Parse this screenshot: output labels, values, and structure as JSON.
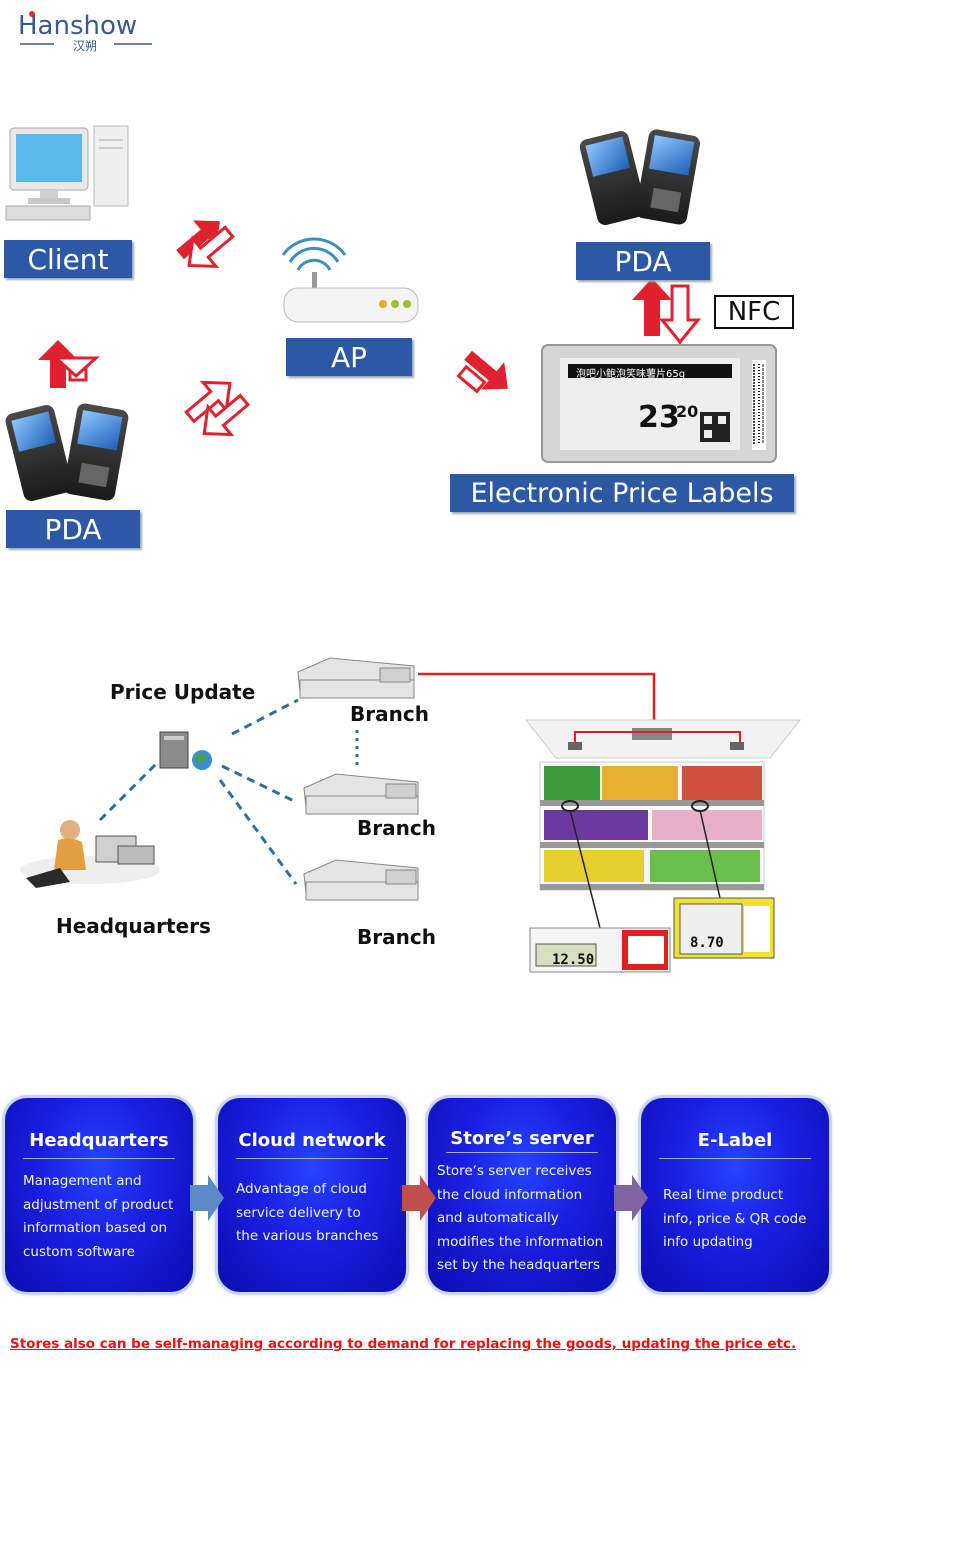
{
  "logo": {
    "name": "Hanshow",
    "sub": "汉朔"
  },
  "system_diagram": {
    "client_label": "Client",
    "pda_left_label": "PDA",
    "ap_label": "AP",
    "pda_right_label": "PDA",
    "nfc_label": "NFC",
    "epl_label": "Electronic Price Labels",
    "label_price_main": "23",
    "label_price_cents": "20",
    "label_header": "泡吧小鲍泡笑味薯片65g"
  },
  "network_diagram": {
    "price_update": "Price Update",
    "headquarters": "Headquarters",
    "branch_labels": [
      "Branch",
      "Branch",
      "Branch"
    ],
    "tag_price_1": "12.50",
    "tag_price_2": "8.70"
  },
  "process_flow": [
    {
      "title": "Headquarters",
      "desc": [
        "Management and",
        "adjustment of product",
        "information based on",
        "custom software"
      ]
    },
    {
      "title": "Cloud network",
      "desc": [
        "Advantage of cloud",
        "service delivery to",
        "the various branches"
      ]
    },
    {
      "title": "Store’s server",
      "desc": [
        "Store‘s server receives",
        "the cloud information",
        "and automatically",
        "modifies the information",
        "set by the headquarters"
      ]
    },
    {
      "title": "E-Label",
      "desc": [
        "Real time product",
        "info, price & QR code",
        "info updating"
      ]
    }
  ],
  "footnote": "Stores also can be self-managing according to demand for replacing the goods, updating the price etc.",
  "colors": {
    "plate_blue": "#2c58a6",
    "arrow_red": "#e0222e",
    "box_blue": "#1a1ee0",
    "flow_blue": "#5b8bc4",
    "flow_red": "#c0504d",
    "flow_purple": "#8064a2"
  }
}
